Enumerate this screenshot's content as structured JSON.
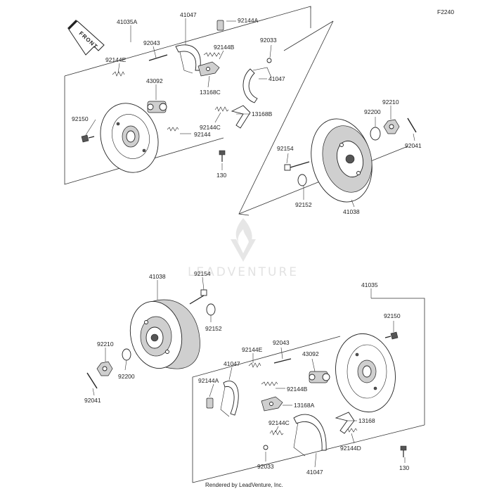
{
  "diagram_code": "F2240",
  "front_label": "FRONT",
  "watermark": "LEADVENTURE",
  "footer": "Rendered by LeadVenture, Inc.",
  "top_group": {
    "labels": {
      "assy": "41035A",
      "shoe_upper": "41047",
      "clip": "92144A",
      "pin": "92043",
      "nut_small": "92033",
      "spring_e": "92144E",
      "spring_b": "92144B",
      "shoe_right": "41047",
      "cylinder": "43092",
      "adjuster": "13168C",
      "spring_c": "92144C",
      "lever": "13168B",
      "spring": "92144",
      "bolt_left": "92150",
      "bolt_bottom": "130",
      "bolt_drum": "92154",
      "washer_drum": "92152",
      "drum": "41038",
      "washer_hub": "92200",
      "nut_hub": "92210",
      "cotter": "92041"
    }
  },
  "bottom_group": {
    "labels": {
      "drum": "41038",
      "bolt_drum": "92154",
      "washer_drum": "92152",
      "nut_hub": "92210",
      "washer_hub": "92200",
      "cotter": "92041",
      "assy": "41035",
      "bolt_right": "92150",
      "pin": "92043",
      "spring_e": "92144E",
      "cylinder": "43092",
      "shoe_upper": "41047",
      "clip": "92144A",
      "spring_b": "92144B",
      "adjuster": "13168A",
      "spring_c": "92144C",
      "lever": "13168",
      "spring_d": "92144D",
      "nut_small": "92033",
      "shoe_lower": "41047",
      "bolt_bottom": "130"
    }
  }
}
